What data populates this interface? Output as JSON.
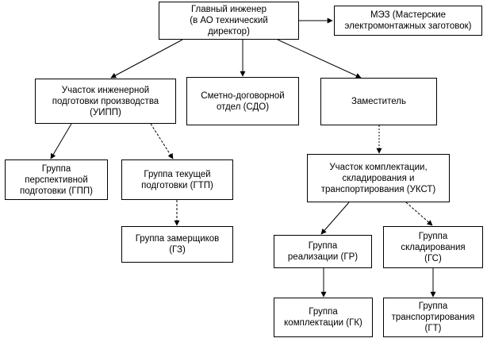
{
  "nodes": {
    "chief_engineer": "Главный инженер\n(в АО технический\nдиректор)",
    "mez": "МЭЗ (Мастерские\nэлектромонтажных заготовок)",
    "uipp": "Участок инженерной\nподготовки производства\n(УИПП)",
    "sdo": "Сметно-договорной\nотдел (СДО)",
    "deputy": "Заместитель",
    "gpp": "Группа\nперспективной\nподготовки (ГПП)",
    "gtp": "Группа текущей\nподготовки (ГТП)",
    "gz": "Группа замерщиков\n(ГЗ)",
    "ukst": "Участок комплектации,\nскладирования и\nтранспортирования (УКСТ)",
    "gr": "Группа\nреализации (ГР)",
    "gs": "Группа\nскладирования\n(ГС)",
    "gk": "Группа\nкомплектации (ГК)",
    "gt": "Группа\nтранспортирования\n(ГТ)"
  },
  "colors": {
    "line": "#000000",
    "box_border": "#000000",
    "background": "#ffffff"
  }
}
